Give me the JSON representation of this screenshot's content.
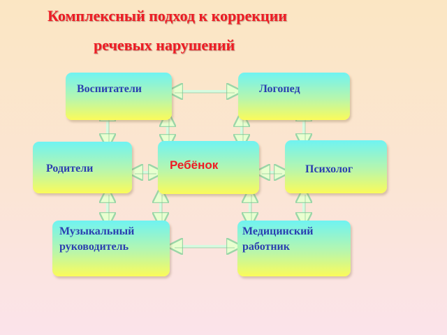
{
  "title": {
    "line1": "Комплексный подход к коррекции",
    "line2": "речевых нарушений"
  },
  "nodes": {
    "educators": "Воспитатели",
    "speech_therapist": "Логопед",
    "parents": "Родители",
    "child": "Ребёнок",
    "psychologist": "Психолог",
    "music_director": "Музыкальный\nруководитель",
    "medical_worker": "Медицинский\nработник"
  },
  "colors": {
    "title": "#ee1c24",
    "label": "#2a3fb0",
    "child_label": "#ee1c24",
    "box_top": "#6ff3f2",
    "box_bottom": "#fbfb5a"
  }
}
